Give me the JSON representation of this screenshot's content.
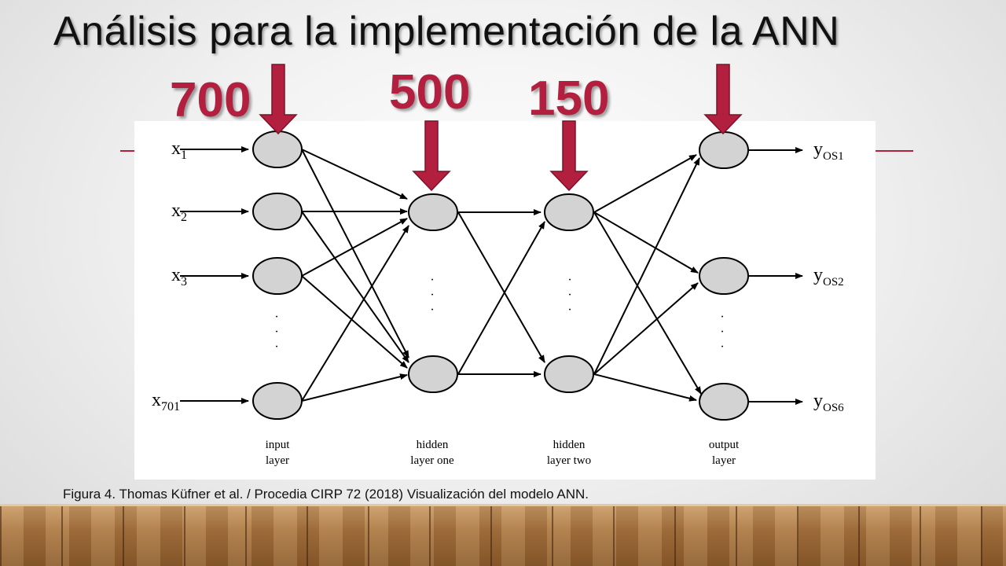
{
  "slide": {
    "title": "Análisis para la implementación de la ANN",
    "counts": {
      "input": "700",
      "hidden1": "500",
      "hidden2": "150"
    },
    "caption": "Figura 4. Thomas Küfner et al. / Procedia CIRP 72 (2018) Visualización del  modelo ANN.",
    "accent_color": "#b21f3f"
  },
  "diagram": {
    "inputs": [
      {
        "var": "x",
        "sub": "1"
      },
      {
        "var": "x",
        "sub": "2"
      },
      {
        "var": "x",
        "sub": "3"
      },
      {
        "var": "x",
        "sub": "701"
      }
    ],
    "outputs": [
      {
        "var": "y",
        "sub": "OS1"
      },
      {
        "var": "y",
        "sub": "OS2"
      },
      {
        "var": "y",
        "sub": "OS6"
      }
    ],
    "layer_labels": {
      "input": [
        "input",
        "layer"
      ],
      "hidden1": [
        "hidden",
        "layer one"
      ],
      "hidden2": [
        "hidden",
        "layer two"
      ],
      "output": [
        "output",
        "layer"
      ]
    },
    "ellipsis": "·"
  }
}
